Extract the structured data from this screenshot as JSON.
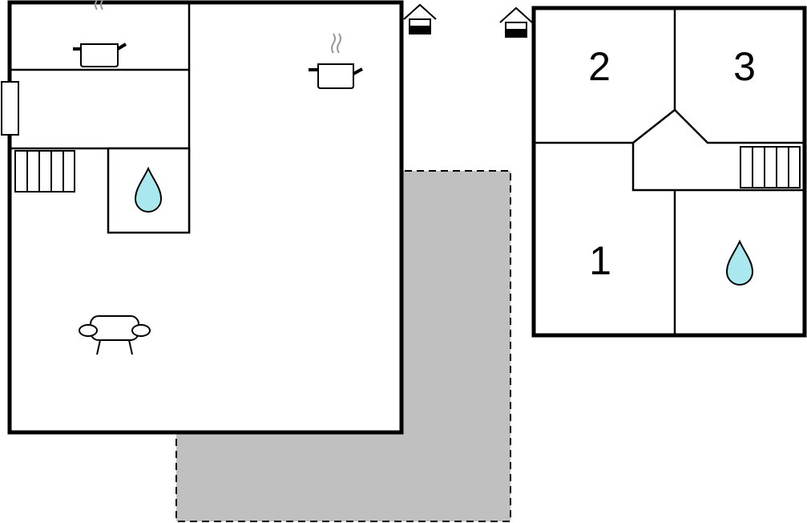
{
  "colors": {
    "wall": "#000000",
    "terrace": "#c0c0c0",
    "water": "#aae8f0",
    "steam": "#999999",
    "background": "#ffffff"
  },
  "ground_floor": {
    "icons": [
      "cooking-pot-icon",
      "cooking-pot-icon",
      "water-drop-icon",
      "staircase-icon",
      "armchair-icon",
      "entrance-icon"
    ],
    "terrace": "terrace-area"
  },
  "upper_floor": {
    "rooms": [
      {
        "number": "2"
      },
      {
        "number": "3"
      },
      {
        "number": "1"
      }
    ],
    "icons": [
      "water-drop-icon",
      "staircase-icon",
      "entrance-icon"
    ]
  }
}
